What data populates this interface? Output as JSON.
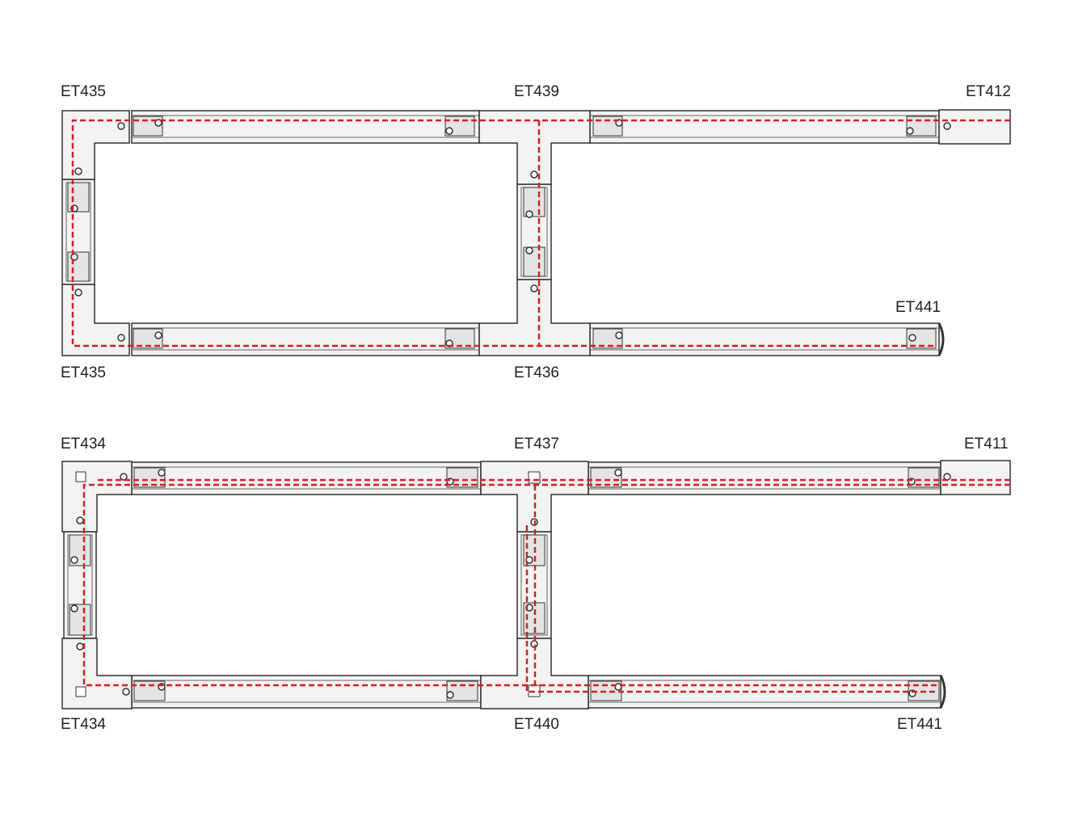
{
  "colors": {
    "track_fill": "#f3f3f3",
    "track_stroke": "#333333",
    "wire": "#d42020",
    "background": "#ffffff"
  },
  "diagram_top": {
    "label_top_left": "ET435",
    "label_top_middle": "ET439",
    "label_top_right": "ET412",
    "label_bottom_left": "ET435",
    "label_bottom_middle": "ET436",
    "label_bottom_right": "ET441"
  },
  "diagram_bottom": {
    "label_top_left": "ET434",
    "label_top_middle": "ET437",
    "label_top_right": "ET411",
    "label_bottom_left": "ET434",
    "label_bottom_middle": "ET440",
    "label_bottom_right": "ET441"
  }
}
